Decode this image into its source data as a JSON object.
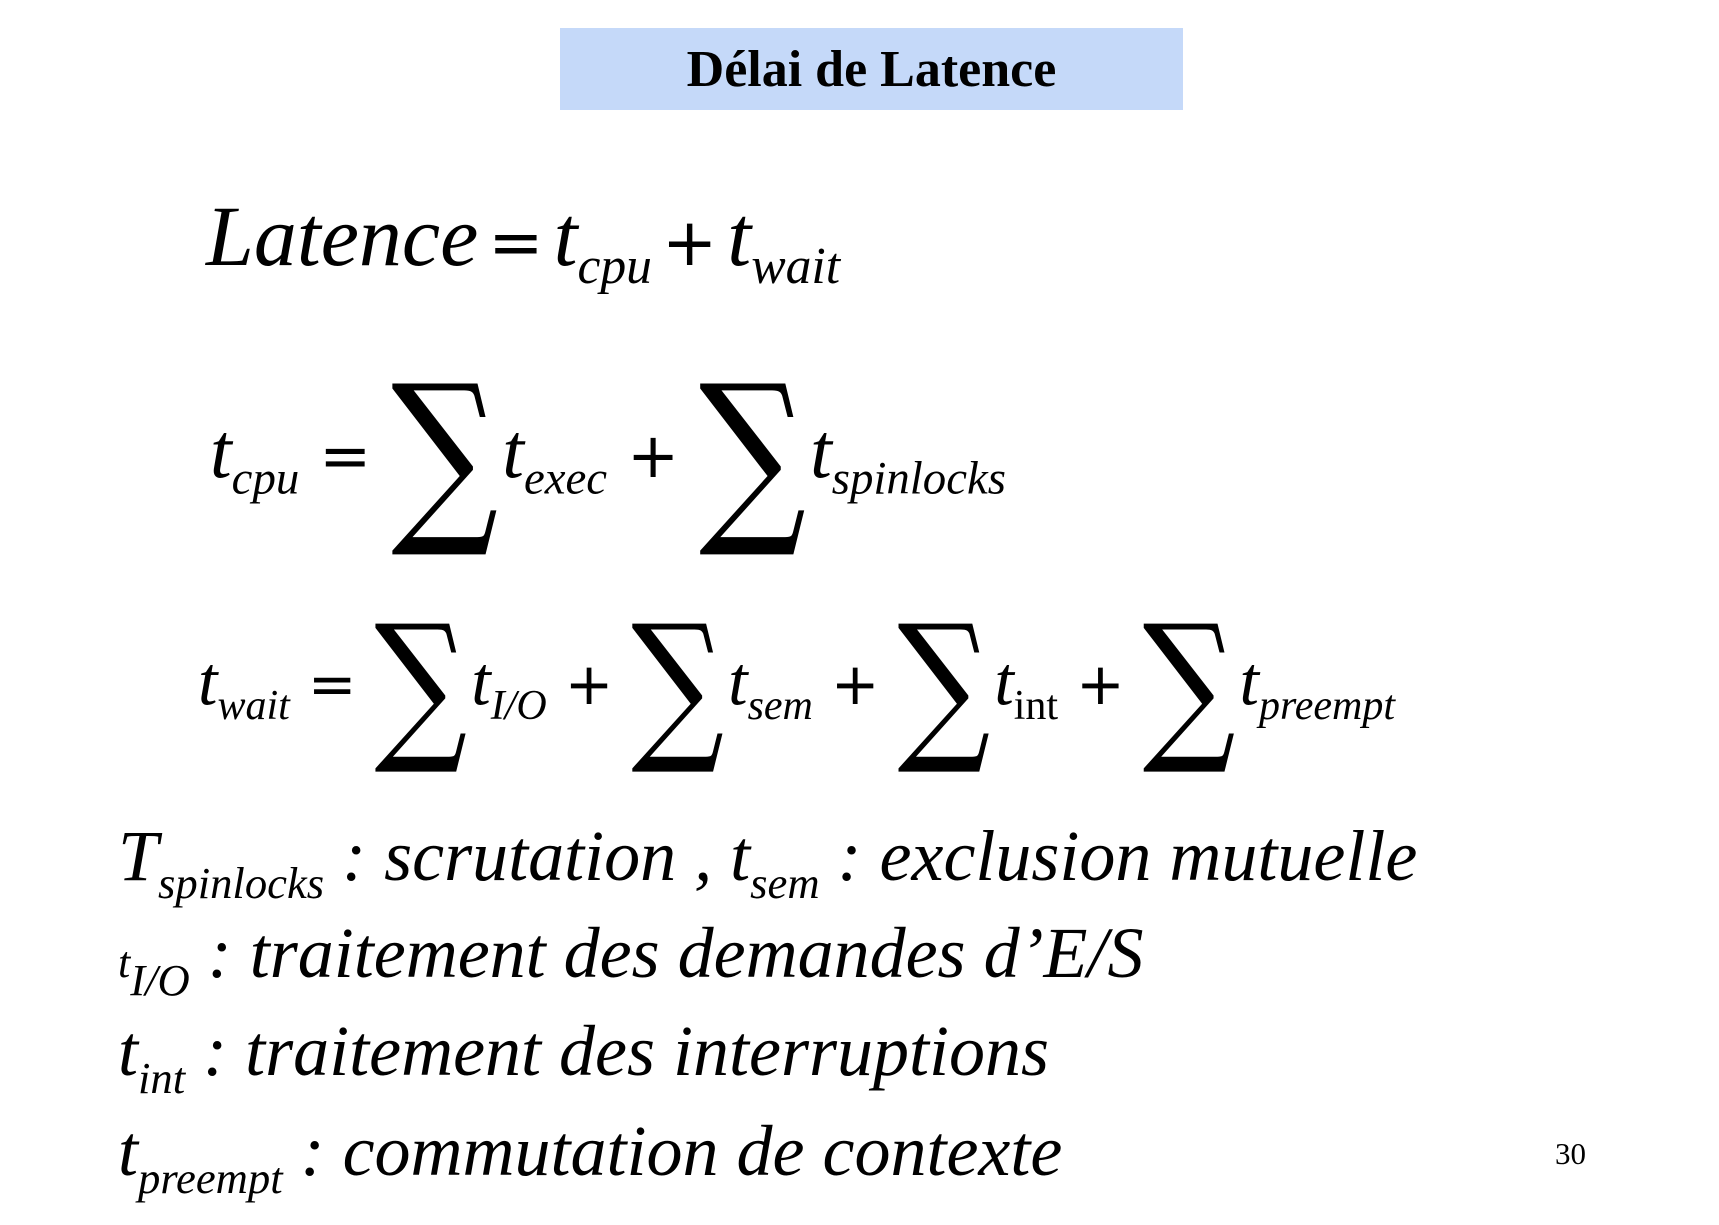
{
  "slide": {
    "title": "Délai de Latence",
    "page_number": "30"
  },
  "equations": {
    "eq1": {
      "lhs": "Latence",
      "eq": "=",
      "t1": "t",
      "t1_sub": "cpu",
      "plus": "+",
      "t2": "t",
      "t2_sub": "wait"
    },
    "eq2": {
      "lhs": "t",
      "lhs_sub": "cpu",
      "eq": "=",
      "sigma": "∑",
      "t1": "t",
      "t1_sub": "exec",
      "plus": "+",
      "t2": "t",
      "t2_sub": "spinlocks"
    },
    "eq3": {
      "lhs": "t",
      "lhs_sub": "wait",
      "eq": "=",
      "sigma": "∑",
      "t1": "t",
      "t1_sub": "I/O",
      "plus": "+",
      "t2": "t",
      "t2_sub": "sem",
      "t3": "t",
      "t3_sub": "int",
      "t4": "t",
      "t4_sub": "preempt"
    }
  },
  "definitions": [
    {
      "var": "T",
      "sub": "spinlocks",
      "text": " : scrutation , ",
      "var2": "t",
      "sub2": "sem",
      "text2": " : exclusion mutuelle"
    },
    {
      "var": "t",
      "sub": "I/O",
      "text": " : traitement des demandes d’E/S"
    },
    {
      "var": "t",
      "sub": "int",
      "text": " : traitement des interruptions"
    },
    {
      "var": "t",
      "sub": "preempt",
      "text": " : commutation de contexte"
    }
  ]
}
